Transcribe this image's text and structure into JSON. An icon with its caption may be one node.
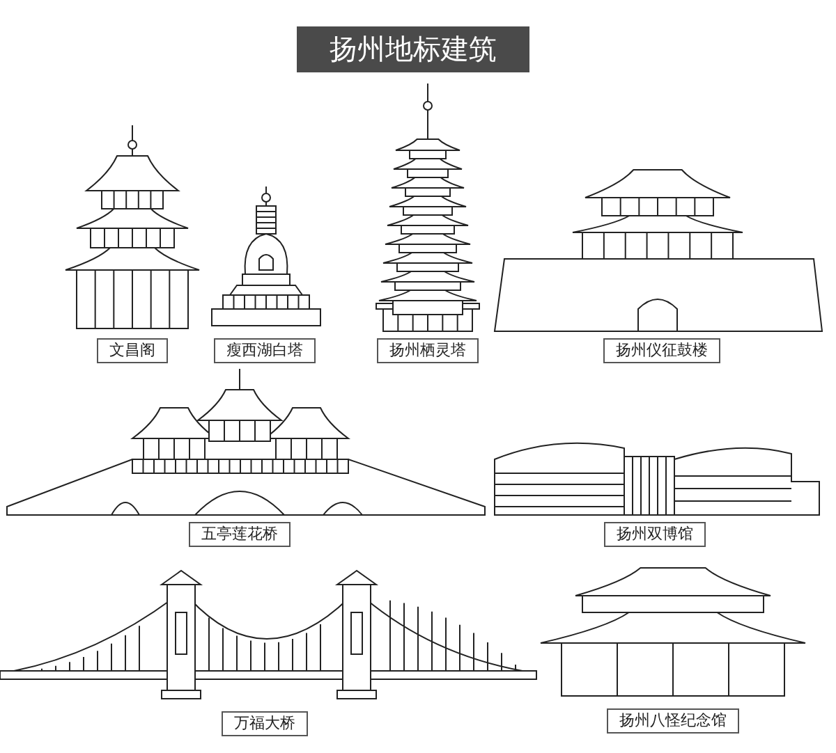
{
  "diagram": {
    "title": "扬州地标建筑",
    "nodes": [
      {
        "text": [
          "文昌阁"
        ]
      },
      {
        "text": [
          "瘦西湖白塔"
        ]
      },
      {
        "text": [
          "扬州栖灵塔"
        ]
      },
      {
        "text": [
          "扬州仪征鼓楼"
        ]
      },
      {
        "text": [
          "五亭莲花桥"
        ]
      },
      {
        "text": [
          "扬州双博馆"
        ]
      },
      {
        "text": [
          "万福大桥"
        ]
      },
      {
        "text": [
          "扬州八怪纪念馆"
        ]
      }
    ]
  }
}
